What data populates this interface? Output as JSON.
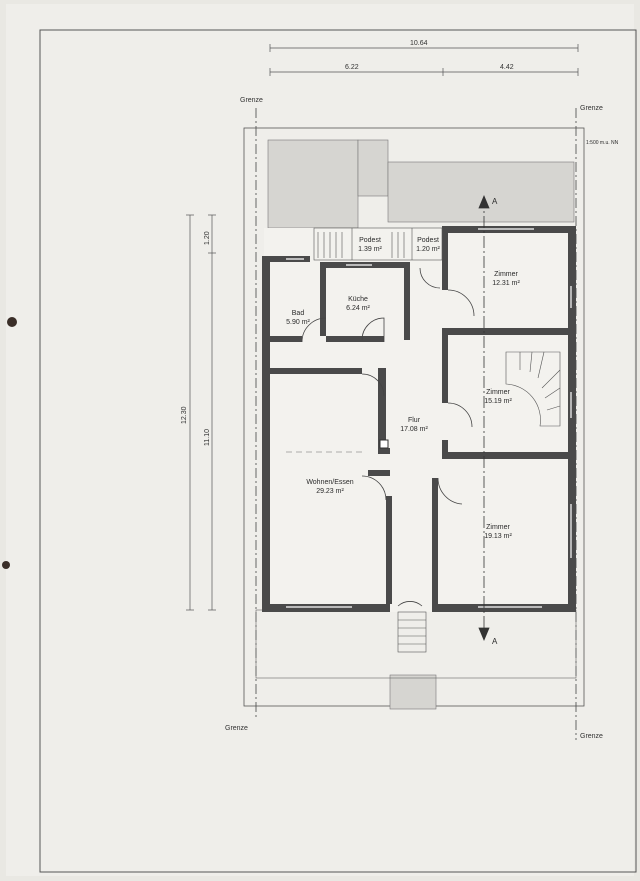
{
  "plan": {
    "dimensions": {
      "overall_width": "10.64",
      "width_left": "6.22",
      "width_right": "4.42",
      "depth_total": "12.30",
      "depth_front": "1.20",
      "depth_main": "11.10"
    },
    "boundary_label": "Grenze",
    "scale_note": "1:500 m.u. NN",
    "section_marker": "A",
    "rooms": [
      {
        "name": "Podest",
        "area": "1.39 m²"
      },
      {
        "name": "Podest",
        "area": "1.20 m²"
      },
      {
        "name": "Bad",
        "area": "5.90 m²"
      },
      {
        "name": "Küche",
        "area": "6.24 m²"
      },
      {
        "name": "Zimmer",
        "area": "12.31 m²"
      },
      {
        "name": "Zimmer",
        "area": "15.19 m²"
      },
      {
        "name": "Flur",
        "area": "17.08 m²"
      },
      {
        "name": "Wohnen/Essen",
        "area": "29.23 m²"
      },
      {
        "name": "Zimmer",
        "area": "19.13 m²"
      }
    ]
  }
}
